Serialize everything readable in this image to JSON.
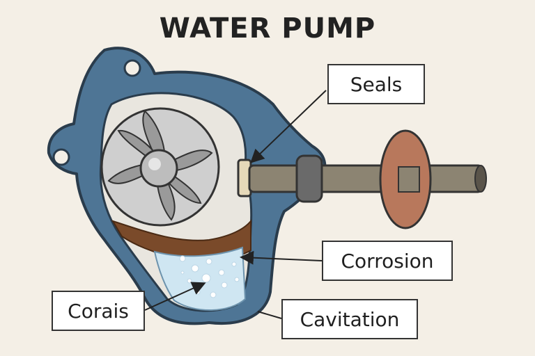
{
  "title": "WATER PUMP",
  "labels": {
    "seals": "Seals",
    "corrosion": "Corrosion",
    "corais": "Corais",
    "cavitation": "Cavitation"
  },
  "colors": {
    "housing": "#4e7595",
    "housing_outline": "#2a3c4c",
    "background": "#f4efe6",
    "impeller": "#cfcfcf",
    "shaft": "#8c8472",
    "pulley": "#b8785c",
    "rust": "#7a4a2a",
    "water": "#cfe6f2"
  }
}
